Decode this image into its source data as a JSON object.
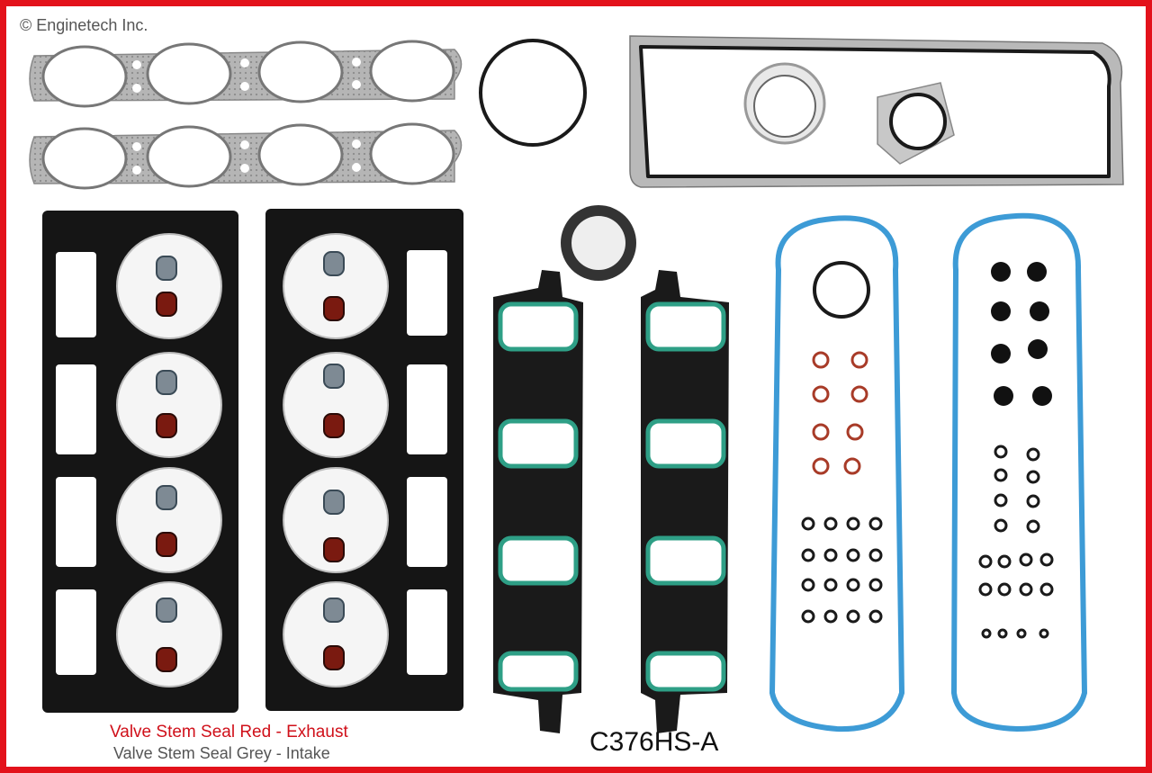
{
  "copyright": "© Enginetech Inc.",
  "legend": {
    "red": "Valve Stem Seal Red - Exhaust",
    "grey": "Valve Stem Seal Grey - Intake"
  },
  "part_number": "C376HS-A",
  "colors": {
    "frame": "#e3121b",
    "gasket_black": "#1a1a1a",
    "exhaust_seal": "#7a1a10",
    "intake_seal": "#7e8a94",
    "blue_gasket": "#3d9bd6",
    "green_bead": "#2e9f86"
  }
}
